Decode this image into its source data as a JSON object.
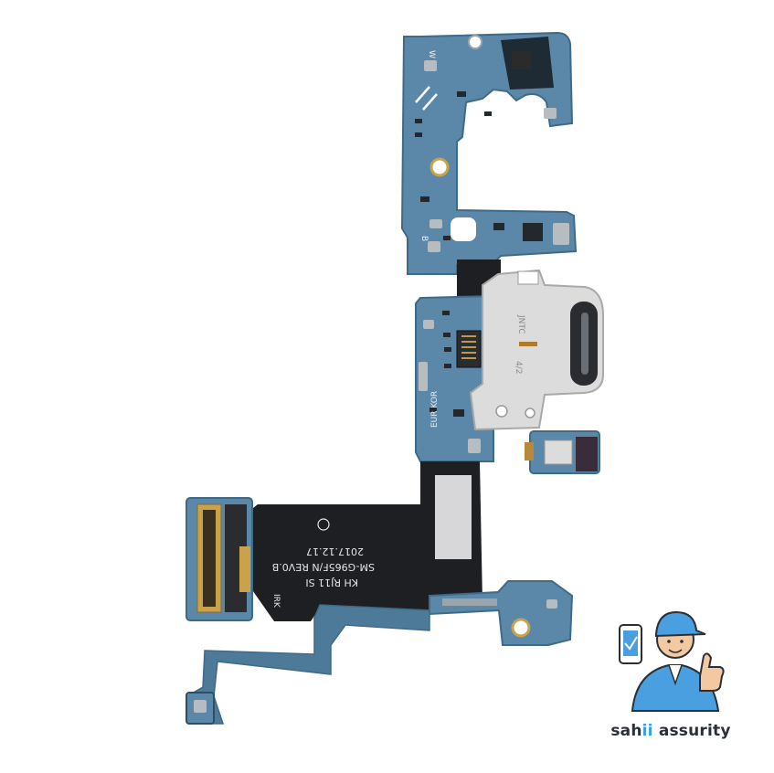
{
  "image": {
    "subject": "flex-cable-charging-port-board",
    "board_markings": {
      "model": "SM-G965F/N REV0.B",
      "date": "2017.12.17",
      "maker": "KH RJ11 SI",
      "side_text": "EUR KOR",
      "connector_mark": "JNTC",
      "connector_code": "4/2",
      "label_w": "W",
      "label_b": "B",
      "small_tag": "IRK"
    },
    "colors": {
      "pcb_blue": "#5b88a8",
      "pcb_edge": "#3f6a88",
      "flex_black": "#1e1f22",
      "usb_metal": "#dcdcdc",
      "gold": "#c9a24a",
      "background": "#ffffff"
    }
  },
  "logo": {
    "brand_part1": "sah",
    "brand_accent": "ii",
    "brand_part2": " assurity",
    "accent_color": "#3aa0e0"
  }
}
